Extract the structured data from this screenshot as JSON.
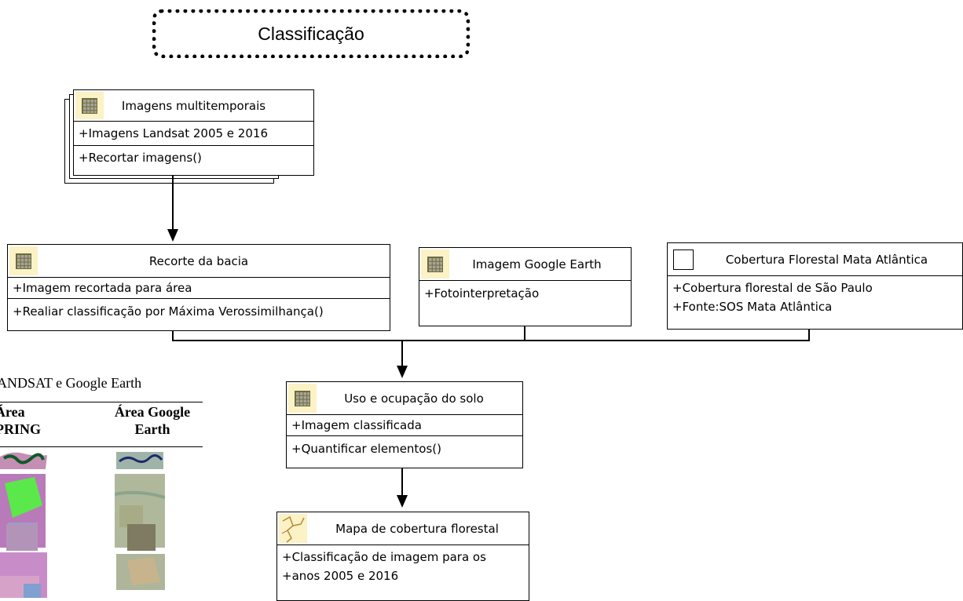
{
  "title": "Classificação",
  "nodes": {
    "imagens": {
      "title": "Imagens multitemporais",
      "attributes": [
        "+Imagens Landsat 2005 e 2016"
      ],
      "operations": [
        "+Recortar imagens()"
      ]
    },
    "recorte": {
      "title": "Recorte da bacia",
      "attributes": [
        "+Imagem recortada para área"
      ],
      "operations": [
        "+Realiar classificação por Máxima Verossimilhança()"
      ]
    },
    "google": {
      "title": "Imagem Google Earth",
      "attributes": [
        "+Fotointerpretação"
      ]
    },
    "cobertura": {
      "title": "Cobertura Florestal Mata Atlântica",
      "attributes": [
        "+Cobertura florestal de São Paulo",
        "+Fonte:SOS Mata Atlântica"
      ]
    },
    "uso": {
      "title": "Uso e ocupação do solo",
      "attributes": [
        "+Imagem classificada"
      ],
      "operations": [
        "+Quantificar elementos()"
      ]
    },
    "mapa": {
      "title": "Mapa de cobertura florestal",
      "attributes": [
        "+Classificação de imagem para os",
        "+anos 2005 e 2016"
      ]
    }
  },
  "side_table": {
    "caption": "ANDSAT e Google Earth",
    "col1": "Área\nPRING",
    "col2": "Área Google\nEarth"
  },
  "colors": {
    "icon_bg": "#fbf2c5",
    "line": "#000000"
  }
}
